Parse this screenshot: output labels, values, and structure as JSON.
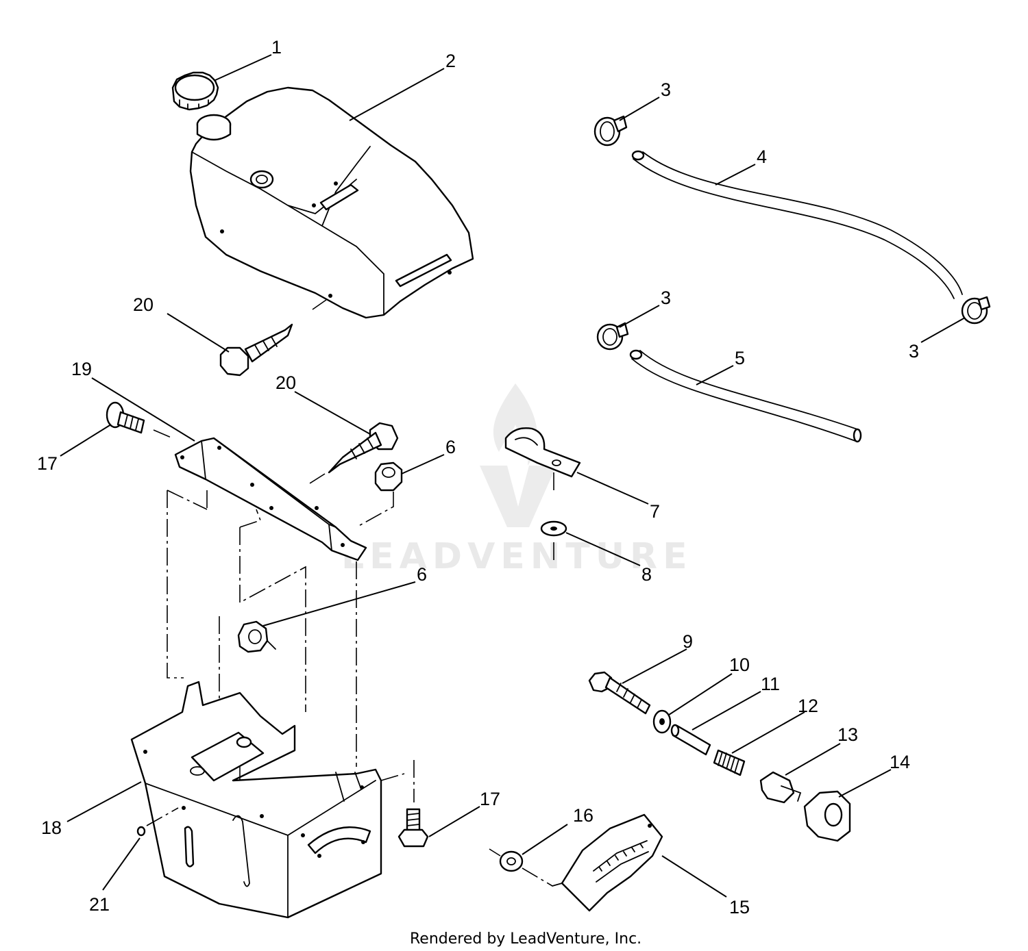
{
  "diagram": {
    "callouts": [
      "1",
      "2",
      "3",
      "3",
      "3",
      "4",
      "5",
      "6",
      "6",
      "7",
      "8",
      "9",
      "10",
      "11",
      "12",
      "13",
      "14",
      "15",
      "16",
      "17",
      "17",
      "18",
      "19",
      "20",
      "20",
      "21"
    ]
  },
  "footer": {
    "credit": "Rendered by LeadVenture, Inc."
  },
  "watermark": {
    "text": "LEADVENTURE"
  },
  "colors": {
    "line": "#000000",
    "background": "#ffffff",
    "watermark": "#e9e9e9"
  }
}
